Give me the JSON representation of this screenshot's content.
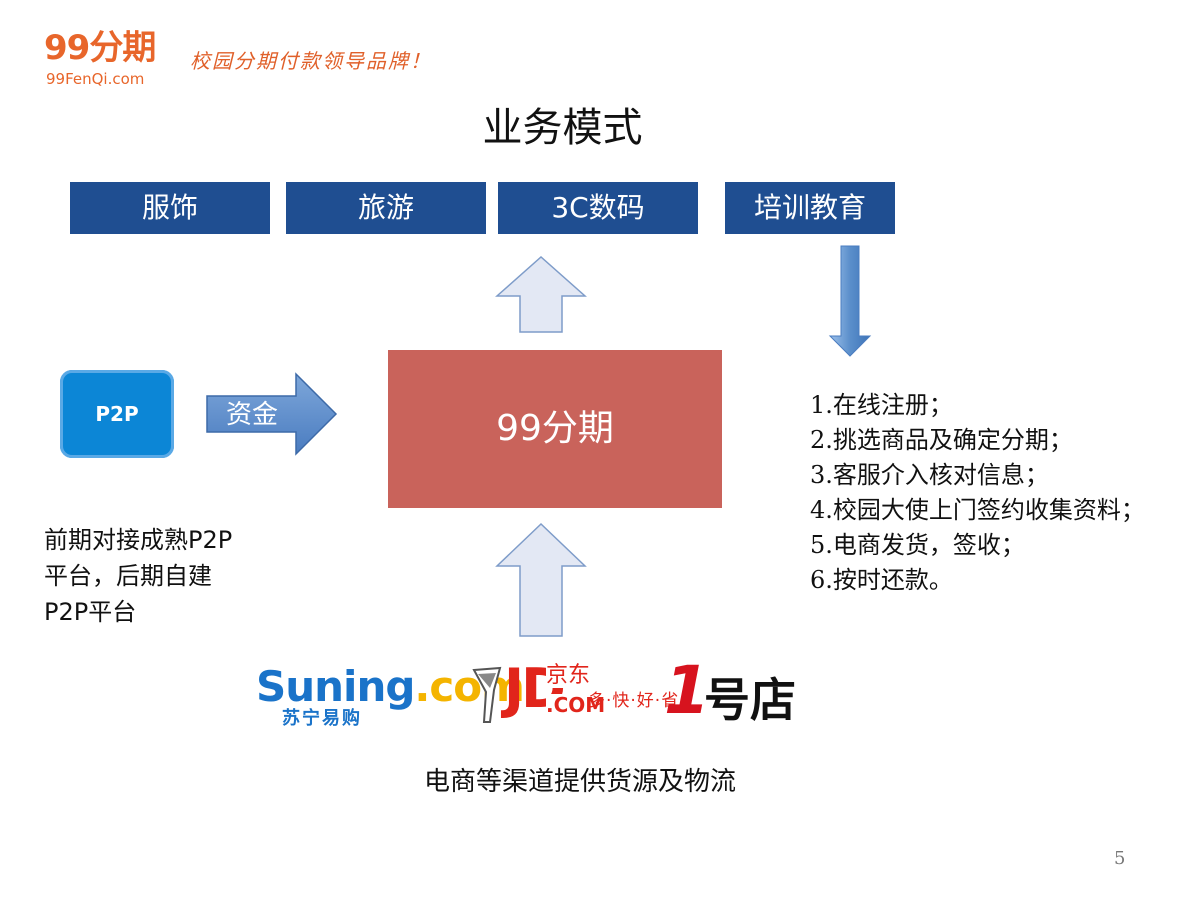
{
  "header": {
    "logo_main": "99分期",
    "logo_sub": "99FenQi.com",
    "slogan": "校园分期付款领导品牌！"
  },
  "title": "业务模式",
  "categories": [
    "服饰",
    "旅游",
    "3C数码",
    "培训教育"
  ],
  "center_label": "99分期",
  "p2p": {
    "label": "P2P",
    "arrow_label": "资金",
    "note_lines": [
      "前期对接成熟P2P",
      "平台，后期自建",
      "P2P平台"
    ]
  },
  "steps": [
    "1.在线注册；",
    "2.挑选商品及确定分期；",
    "3.客服介入核对信息；",
    "4.校园大使上门签约收集资料；",
    "5.电商发货，签收；",
    "6.按时还款。"
  ],
  "partners": {
    "suning_word": "Suning",
    "suning_com": ".com",
    "suning_cn": "苏宁易购",
    "jd_word": "JD",
    "jd_cn": "京东",
    "jd_com": ".COM",
    "jd_slogan": "多·快·好·省",
    "yhd_num": "1",
    "yhd_text": "号店"
  },
  "bottom_note": "电商等渠道提供货源及物流",
  "page_number": "5",
  "colors": {
    "brand_orange": "#e8662b",
    "category_blue": "#1f4e91",
    "center_red": "#c9635b",
    "p2p_blue": "#0c86d6",
    "arrow_light": "#e3e8f4",
    "arrow_blue": "#5b8fcb"
  }
}
